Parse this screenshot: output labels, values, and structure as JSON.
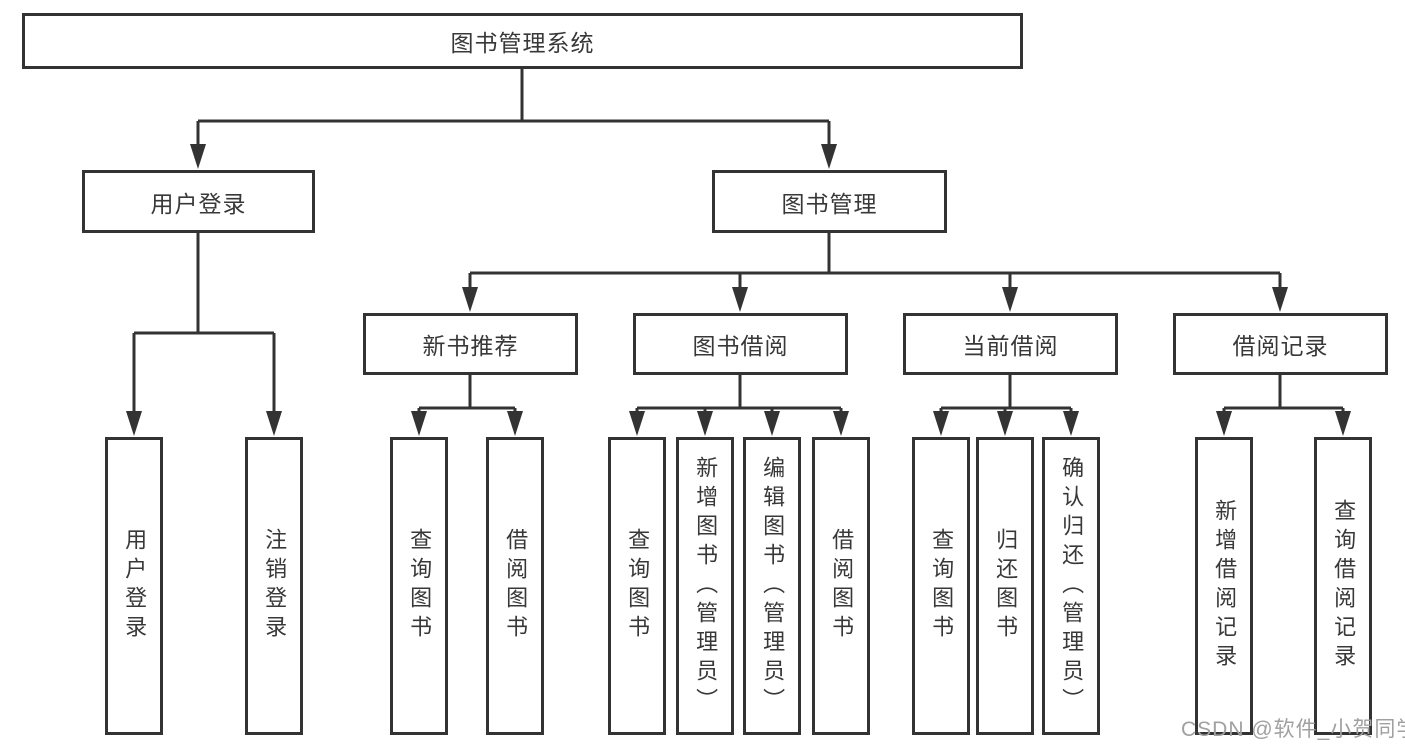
{
  "diagram_type": "functional-structure-tree",
  "colors": {
    "line": "#333333",
    "box_border": "#333333",
    "text": "#383838",
    "watermark": "#a0a0a0",
    "background": "#ffffff"
  },
  "tree": {
    "label": "图书管理系统",
    "children": [
      {
        "label": "用户登录",
        "children": [
          {
            "label": "用户登录"
          },
          {
            "label": "注销登录"
          }
        ]
      },
      {
        "label": "图书管理",
        "children": [
          {
            "label": "新书推荐",
            "children": [
              {
                "label": "查询图书"
              },
              {
                "label": "借阅图书"
              }
            ]
          },
          {
            "label": "图书借阅",
            "children": [
              {
                "label": "查询图书"
              },
              {
                "label": "新增图书（管理员）"
              },
              {
                "label": "编辑图书（管理员）"
              },
              {
                "label": "借阅图书"
              }
            ]
          },
          {
            "label": "当前借阅",
            "children": [
              {
                "label": "查询图书"
              },
              {
                "label": "归还图书"
              },
              {
                "label": "确认归还（管理员）"
              }
            ]
          },
          {
            "label": "借阅记录",
            "children": [
              {
                "label": "新增借阅记录"
              },
              {
                "label": "查询借阅记录"
              }
            ]
          }
        ]
      }
    ]
  },
  "watermark": {
    "text": "CSDN @软件_小贺同学"
  }
}
